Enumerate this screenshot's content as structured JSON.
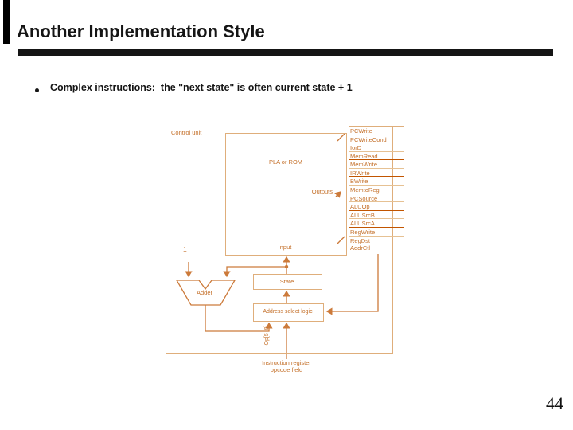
{
  "slide": {
    "title": "Another Implementation Style",
    "bullet_text": "Complex instructions:  the \"next state\" is often current state + 1",
    "page_number": "44"
  },
  "diagram": {
    "labels": {
      "control_unit": "Control unit",
      "pla": "PLA or ROM",
      "outputs": "Outputs",
      "input": "Input",
      "state": "State",
      "adder": "Adder",
      "address_select": "Address select logic",
      "addr_ctl": "AddrCtl",
      "op_field": "Op[5–0]",
      "constant_one": "1",
      "caption_line1": "Instruction register",
      "caption_line2": "opcode field"
    },
    "signals": [
      "PCWrite",
      "PCWriteCond",
      "IorD",
      "MemRead",
      "MemWrite",
      "IRWrite",
      "BWrite",
      "MemtoReg",
      "PCSource",
      "ALUOp",
      "ALUSrcB",
      "ALUSrcA",
      "RegWrite",
      "RegDst"
    ],
    "colors": {
      "wire": "#cc7a3a",
      "box_border": "#dfae7b",
      "diagram_text": "#c4702a",
      "strong_line": "#c25500",
      "heading_text": "#151515"
    }
  }
}
